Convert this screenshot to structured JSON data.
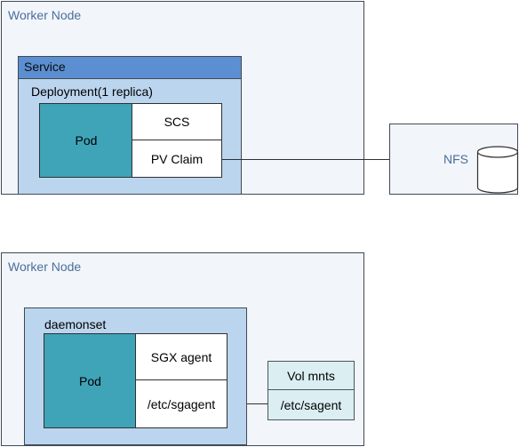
{
  "node1": {
    "title": "Worker Node",
    "service_label": "Service",
    "deployment_label": "Deployment(1 replica)",
    "pod_label": "Pod",
    "containers": [
      "SCS",
      "PV Claim"
    ]
  },
  "nfs": {
    "label": "NFS"
  },
  "node2": {
    "title": "Worker Node",
    "daemonset_label": "daemonset",
    "pod_label": "Pod",
    "containers": [
      "SGX agent",
      "/etc/sgagent"
    ],
    "vol": {
      "title": "Vol mnts",
      "path": "/etc/sagent"
    }
  }
}
